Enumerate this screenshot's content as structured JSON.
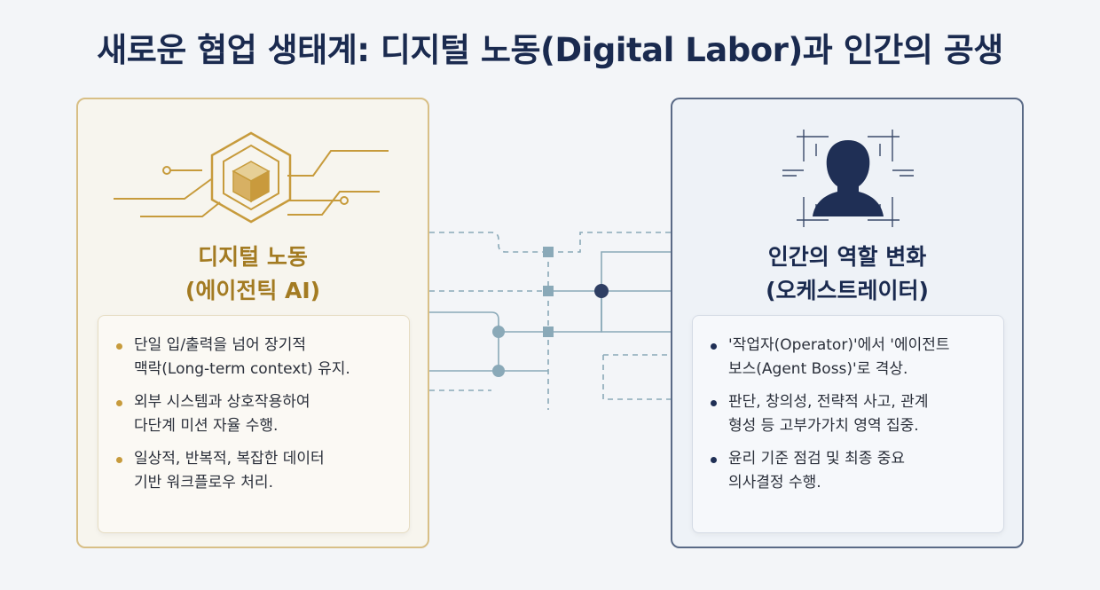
{
  "title": "새로운 협업 생태계: 디지털 노동(Digital Labor)과 인간의 공생",
  "colors": {
    "gold": "#c79b3c",
    "navy": "#1f2f55",
    "connector": "#8aa9b8"
  },
  "left_panel": {
    "icon": "ai-cube-circuit-icon",
    "title_line1": "디지털 노동",
    "title_line2": "(에이전틱 AI)",
    "items": [
      {
        "line1": "단일 입/출력을 넘어 장기적",
        "line2": "맥락(Long-term context) 유지."
      },
      {
        "line1": "외부 시스템과 상호작용하여",
        "line2": "다단계 미션 자율 수행."
      },
      {
        "line1": "일상적, 반복적, 복잡한 데이터",
        "line2": "기반 워크플로우 처리."
      }
    ]
  },
  "right_panel": {
    "icon": "human-silhouette-icon",
    "title_line1": "인간의 역할 변화",
    "title_line2": "(오케스트레이터)",
    "items": [
      {
        "line1": "'작업자(Operator)'에서 '에이전트",
        "line2": "보스(Agent Boss)'로 격상."
      },
      {
        "line1": "판단, 창의성, 전략적 사고, 관계",
        "line2": "형성 등 고부가가치 영역 집중."
      },
      {
        "line1": "윤리 기준 점검 및 최종 중요",
        "line2": "의사결정 수행."
      }
    ]
  }
}
